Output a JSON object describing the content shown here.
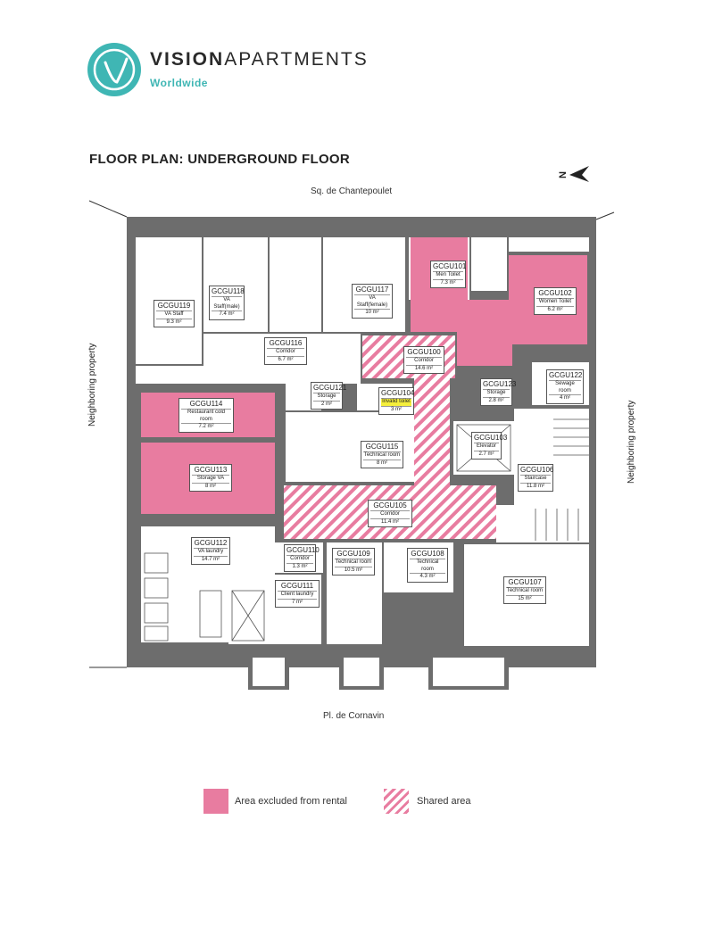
{
  "brand": {
    "name_bold": "VISION",
    "name_light": "APARTMENTS",
    "subtitle": "Worldwide",
    "logo_color": "#3fb6b4"
  },
  "title": "FLOOR PLAN: UNDERGROUND FLOOR",
  "compass": {
    "label": "N"
  },
  "streets": {
    "top": "Sq. de Chantepoulet",
    "bottom": "Pl. de Cornavin",
    "left": "Neighboring property",
    "right": "Neighboring property"
  },
  "colors": {
    "excluded": "#e87ca0",
    "wall": "#6d6d6d",
    "shared_stripe": "#e87ca0"
  },
  "legend": {
    "excluded": "Area excluded from rental",
    "shared": "Shared area"
  },
  "rooms": [
    {
      "id": "GCGU119",
      "name": "VA Staff",
      "area": "9.3 m²"
    },
    {
      "id": "GCGU118",
      "name": "VA Staff(male)",
      "area": "7.4 m²"
    },
    {
      "id": "GCGU117",
      "name": "VA Staff(female)",
      "area": "10 m²"
    },
    {
      "id": "GCGU116",
      "name": "Corridor",
      "area": "6.7 m²"
    },
    {
      "id": "GCGU101",
      "name": "Men Toilet",
      "area": "7.3 m²"
    },
    {
      "id": "GCGU102",
      "name": "Women Toilet",
      "area": "6.2 m²"
    },
    {
      "id": "GCGU100",
      "name": "Corridor",
      "area": "14.6 m²"
    },
    {
      "id": "GCGU122",
      "name": "Sewage room",
      "area": "4 m²"
    },
    {
      "id": "GCGU123",
      "name": "Storage",
      "area": "2.8 m²"
    },
    {
      "id": "GCGU121",
      "name": "Storage",
      "area": "2 m²"
    },
    {
      "id": "GCGU104",
      "name": "Invalid toilet",
      "area": "3 m²"
    },
    {
      "id": "GCGU114",
      "name": "Restaurant cold room",
      "area": "7.2 m²"
    },
    {
      "id": "GCGU115",
      "name": "Technical room",
      "area": "8 m²"
    },
    {
      "id": "GCGU103",
      "name": "Elevator",
      "area": "2.7 m²"
    },
    {
      "id": "GCGU106",
      "name": "Staircase",
      "area": "11.8 m²"
    },
    {
      "id": "GCGU113",
      "name": "Storage VA",
      "area": "8 m²"
    },
    {
      "id": "GCGU105",
      "name": "Corridor",
      "area": "11.4 m²"
    },
    {
      "id": "GCGU112",
      "name": "VA laundry",
      "area": "14.7 m²"
    },
    {
      "id": "GCGU110",
      "name": "Corridor",
      "area": "1.3 m²"
    },
    {
      "id": "GCGU109",
      "name": "Technical room",
      "area": "10.5 m²"
    },
    {
      "id": "GCGU108",
      "name": "Technical room",
      "area": "4.3 m²"
    },
    {
      "id": "GCGU107",
      "name": "Technical room",
      "area": "15 m²"
    },
    {
      "id": "GCGU111",
      "name": "Client laundry",
      "area": "7 m²"
    }
  ]
}
